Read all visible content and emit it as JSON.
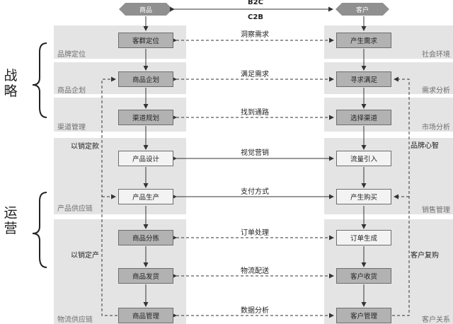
{
  "header": {
    "left_actor": "商品",
    "right_actor": "客户",
    "b2c": "B2C",
    "c2b": "C2B"
  },
  "sections": {
    "strategy": "战略",
    "operation": "运营"
  },
  "zones": {
    "left": [
      "品牌定位",
      "商品企划",
      "渠道管理",
      "产品供应链",
      "物流供应链"
    ],
    "right": [
      "社会环境",
      "需求分析",
      "市场分析",
      "销售管理",
      "客户关系"
    ]
  },
  "side_notes": {
    "left_top": "以销定款",
    "left_bottom": "以销定产",
    "right_top": "品牌心智",
    "right_bottom": "客户复购"
  },
  "left_nodes": [
    "客群定位",
    "商品企划",
    "渠道规划",
    "产品设计",
    "产品生产",
    "商品分拣",
    "商品发货",
    "商品管理"
  ],
  "right_nodes": [
    "产生需求",
    "寻求满足",
    "选择渠道",
    "流量引入",
    "产生购买",
    "订单生成",
    "客户收货",
    "客户管理"
  ],
  "links": [
    "洞察需求",
    "满足需求",
    "找到通路",
    "视觉营销",
    "支付方式",
    "订单处理",
    "物流配送",
    "数据分析"
  ],
  "colors": {
    "band": "#e4e4e4",
    "node_dark": "#b2b2b2",
    "node_light": "#f3f3f3",
    "line": "#333333"
  }
}
